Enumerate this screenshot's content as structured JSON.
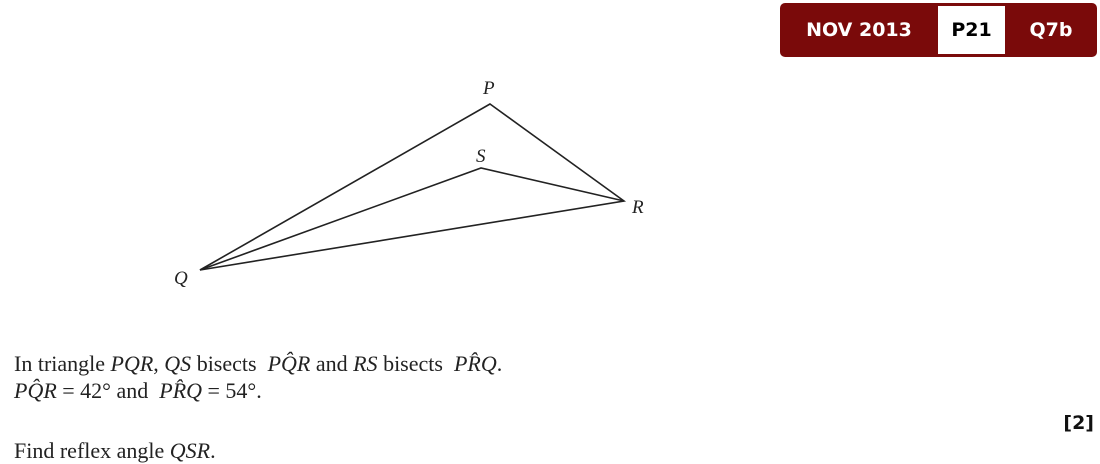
{
  "badge": {
    "session": "NOV 2013",
    "paper": "P21",
    "question": "Q7b"
  },
  "diagram": {
    "labels": {
      "P": "P",
      "S": "S",
      "R": "R",
      "Q": "Q"
    }
  },
  "question": {
    "line1": [
      {
        "t": "In triangle "
      },
      {
        "t": "PQR",
        "i": true
      },
      {
        "t": ", "
      },
      {
        "t": "QS",
        "i": true
      },
      {
        "t": " bisects  "
      },
      {
        "t": "PQ̂R",
        "i": true
      },
      {
        "t": " and "
      },
      {
        "t": "RS",
        "i": true
      },
      {
        "t": " bisects  "
      },
      {
        "t": "PR̂Q",
        "i": true
      },
      {
        "t": "."
      }
    ],
    "line2": [
      {
        "t": "PQ̂R",
        "i": true
      },
      {
        "t": " = 42° and  "
      },
      {
        "t": "PR̂Q",
        "i": true
      },
      {
        "t": " = 54°."
      }
    ],
    "line3": [
      {
        "t": "Find reflex angle "
      },
      {
        "t": "QSR",
        "i": true
      },
      {
        "t": "."
      }
    ]
  },
  "marks": "[2]"
}
